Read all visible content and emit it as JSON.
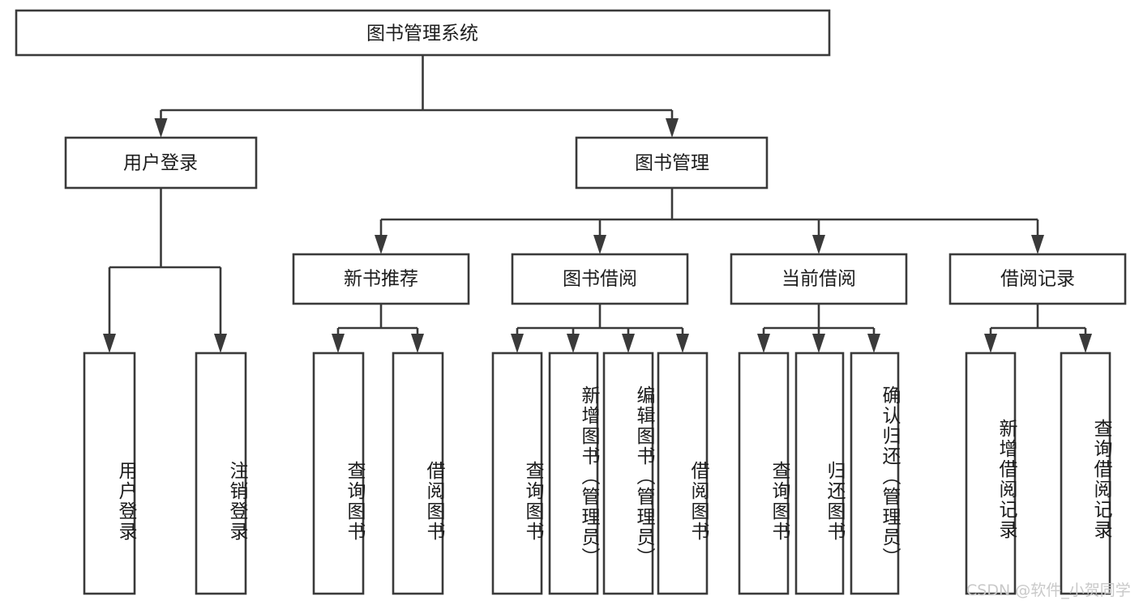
{
  "diagram": {
    "title_node": {
      "label": "图书管理系统"
    },
    "level1": [
      {
        "id": "user-login",
        "label": "用户登录"
      },
      {
        "id": "book-management",
        "label": "图书管理"
      }
    ],
    "level2": [
      {
        "id": "new-book-recommend",
        "label": "新书推荐"
      },
      {
        "id": "book-borrow",
        "label": "图书借阅"
      },
      {
        "id": "current-borrow",
        "label": "当前借阅"
      },
      {
        "id": "borrow-record",
        "label": "借阅记录"
      }
    ],
    "leaves": {
      "user_login": [
        {
          "id": "leaf-user-login",
          "label": "用户登录"
        },
        {
          "id": "leaf-logout-login",
          "label": "注销登录"
        }
      ],
      "new_book_recommend": [
        {
          "id": "leaf-query-book-1",
          "label": "查询图书"
        },
        {
          "id": "leaf-borrow-book-1",
          "label": "借阅图书"
        }
      ],
      "book_borrow": [
        {
          "id": "leaf-query-book-2",
          "label": "查询图书"
        },
        {
          "id": "leaf-add-book-admin",
          "label": "新增图书（管理员）"
        },
        {
          "id": "leaf-edit-book-admin",
          "label": "编辑图书（管理员）"
        },
        {
          "id": "leaf-borrow-book-2",
          "label": "借阅图书"
        }
      ],
      "current_borrow": [
        {
          "id": "leaf-query-book-3",
          "label": "查询图书"
        },
        {
          "id": "leaf-return-book",
          "label": "归还图书"
        },
        {
          "id": "leaf-confirm-return-admin",
          "label": "确认归还（管理员）"
        }
      ],
      "borrow_record": [
        {
          "id": "leaf-add-borrow-record",
          "label": "新增借阅记录"
        },
        {
          "id": "leaf-query-borrow-record",
          "label": "查询借阅记录"
        }
      ]
    }
  },
  "watermark": {
    "text": "CSDN @软件_小贺同学"
  },
  "colors": {
    "stroke": "#3a3a3a",
    "box_fill": "#ffffff",
    "text": "#1c1c1c",
    "watermark": "#c9c9c9",
    "background": "#ffffff"
  }
}
